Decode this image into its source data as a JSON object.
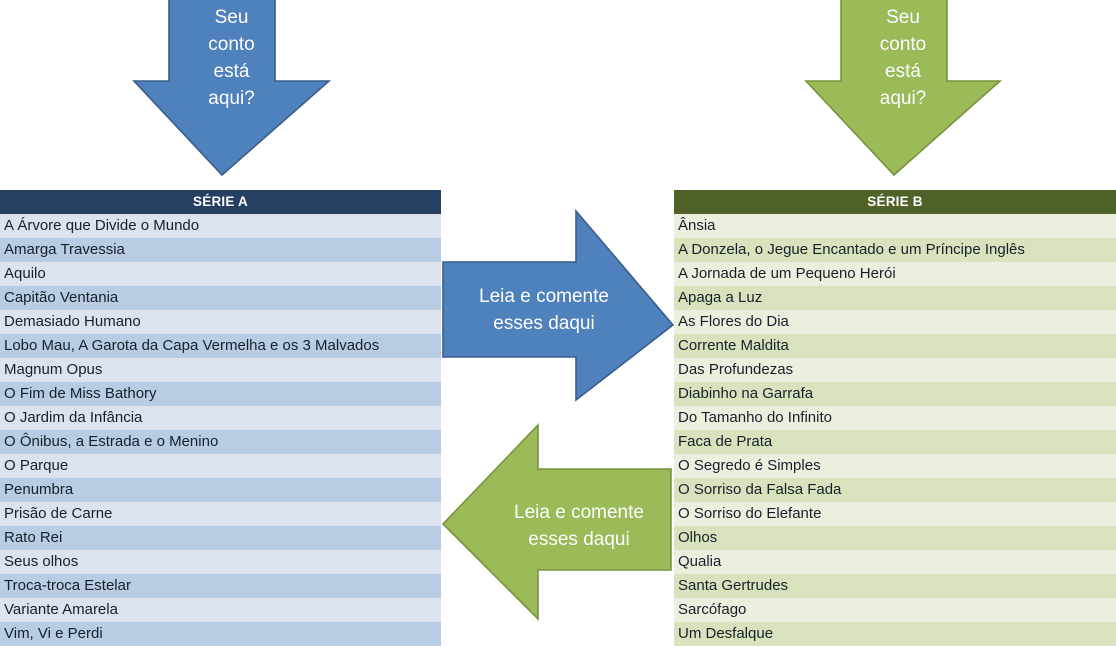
{
  "arrows": {
    "down_blue": {
      "label": "Seu conto está aqui?",
      "lines": [
        "Seu",
        "conto",
        "está",
        "aqui?"
      ],
      "fill": "#4F81BD",
      "stroke": "#385D8A",
      "direction": "down"
    },
    "down_green": {
      "label": "Seu conto está aqui?",
      "lines": [
        "Seu",
        "conto",
        "está",
        "aqui?"
      ],
      "fill": "#9BBB59",
      "stroke": "#77933C",
      "direction": "down"
    },
    "right_blue": {
      "label": "Leia e comente esses daqui",
      "lines": [
        "Leia e comente",
        "esses daqui"
      ],
      "fill": "#4F81BD",
      "stroke": "#385D8A",
      "direction": "right"
    },
    "left_green": {
      "label": "Leia e comente esses daqui",
      "lines": [
        "Leia e comente",
        "esses daqui"
      ],
      "fill": "#9BBB59",
      "stroke": "#77933C",
      "direction": "left"
    }
  },
  "series_a": {
    "header": "SÉRIE A",
    "header_color": "#254061",
    "row_colors": [
      "#DCE3EF",
      "#B8CCE4"
    ],
    "items": [
      "A Árvore que Divide o Mundo",
      "Amarga Travessia",
      "Aquilo",
      "Capitão Ventania",
      "Demasiado Humano",
      "Lobo Mau, A Garota da Capa Vermelha e os 3 Malvados",
      "Magnum Opus",
      "O Fim de Miss Bathory",
      "O Jardim da Infância",
      "O Ônibus, a Estrada e o Menino",
      "O Parque",
      "Penumbra",
      "Prisão de Carne",
      "Rato Rei",
      "Seus olhos",
      "Troca-troca Estelar",
      "Variante Amarela",
      "Vim, Vi e Perdi"
    ]
  },
  "series_b": {
    "header": "SÉRIE B",
    "header_color": "#4F6228",
    "row_colors": [
      "#EBF0DE",
      "#D7E3BC"
    ],
    "items": [
      "Ânsia",
      "A Donzela, o Jegue Encantado e um Príncipe Inglês",
      "A Jornada de um Pequeno Herói",
      "Apaga a Luz",
      "As Flores do Dia",
      "Corrente Maldita",
      "Das Profundezas",
      "Diabinho na Garrafa",
      "Do Tamanho do Infinito",
      "Faca de Prata",
      "O Segredo é Simples",
      "O Sorriso da Falsa Fada",
      "O Sorriso do Elefante",
      "Olhos",
      "Qualia",
      "Santa Gertrudes",
      "Sarcófago",
      "Um Desfalque"
    ]
  }
}
